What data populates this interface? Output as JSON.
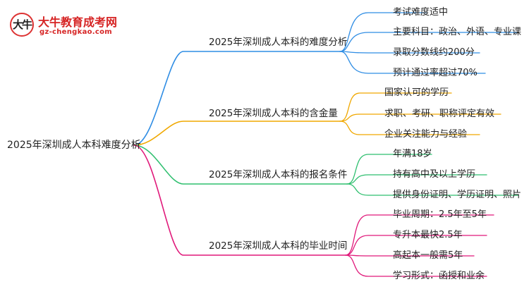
{
  "logo": {
    "mark": "大牛",
    "title": "大牛教育成考网",
    "url": "gz-chengkao.com"
  },
  "root": {
    "label": "2025年深圳成人本科难度分析"
  },
  "colors": {
    "branch_1": "#2f8de4",
    "branch_2": "#f0a800",
    "branch_3": "#2fbf6f",
    "branch_4": "#e0197a"
  },
  "branches": [
    {
      "label": "2025年深圳成人本科的难度分析",
      "color_key": "branch_1",
      "leaves": [
        "考试难度适中",
        "主要科目：政治、外语、专业课",
        "录取分数线约200分",
        "预计通过率超过70%"
      ]
    },
    {
      "label": "2025年深圳成人本科的含金量",
      "color_key": "branch_2",
      "leaves": [
        "国家认可的学历",
        "求职、考研、职称评定有效",
        "企业关注能力与经验"
      ]
    },
    {
      "label": "2025年深圳成人本科的报名条件",
      "color_key": "branch_3",
      "leaves": [
        "年满18岁",
        "持有高中及以上学历",
        "提供身份证明、学历证明、照片"
      ]
    },
    {
      "label": "2025年深圳成人本科的毕业时间",
      "color_key": "branch_4",
      "leaves": [
        "毕业周期：2.5年至5年",
        "专升本最快2.5年",
        "高起本一般需5年",
        "学习形式：函授和业余"
      ]
    }
  ]
}
